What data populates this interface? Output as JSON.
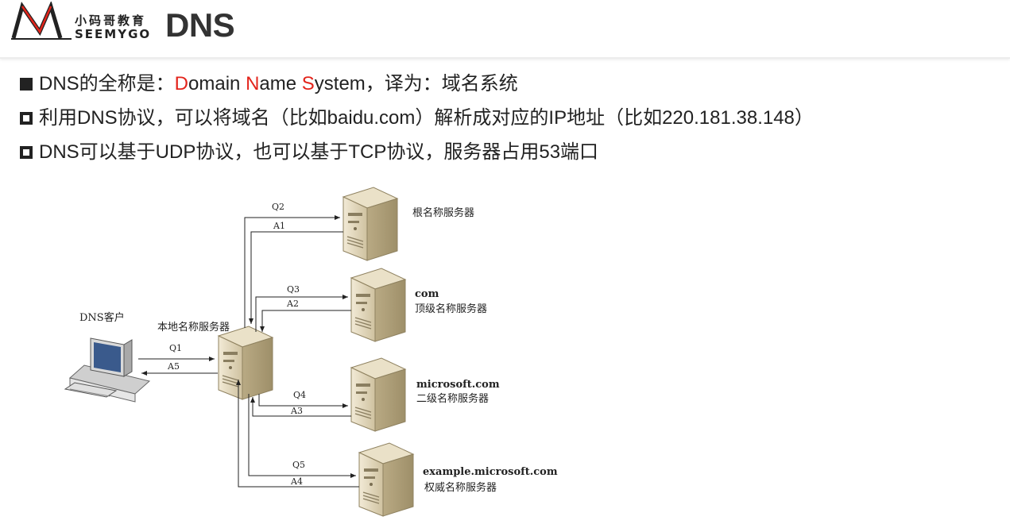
{
  "brand": {
    "cn": "小码哥教育",
    "en": "SEEMYGO"
  },
  "page": {
    "title": "DNS"
  },
  "bullets": [
    {
      "pre": "DNS的全称是：",
      "d": "D",
      "omain": "omain ",
      "n": "N",
      "ame": "ame ",
      "s": "S",
      "post": "ystem，译为：域名系统"
    },
    {
      "text": "利用DNS协议，可以将域名（比如baidu.com）解析成对应的IP地址（比如220.181.38.148）"
    },
    {
      "text": "DNS可以基于UDP协议，也可以基于TCP协议，服务器占用53端口"
    }
  ],
  "accent_color": "#e3241b",
  "diagram": {
    "client_label": "DNS客户",
    "local_server_label": "本地名称服务器",
    "root_server_label": "根名称服务器",
    "tld_domain": "com",
    "tld_label": "顶级名称服务器",
    "second_domain": "microsoft.com",
    "second_label": "二级名称服务器",
    "auth_domain": "example.microsoft.com",
    "auth_label": "权威名称服务器",
    "queries": [
      "Q1",
      "Q2",
      "Q3",
      "Q4",
      "Q5"
    ],
    "answers": [
      "A1",
      "A2",
      "A3",
      "A4",
      "A5"
    ]
  }
}
